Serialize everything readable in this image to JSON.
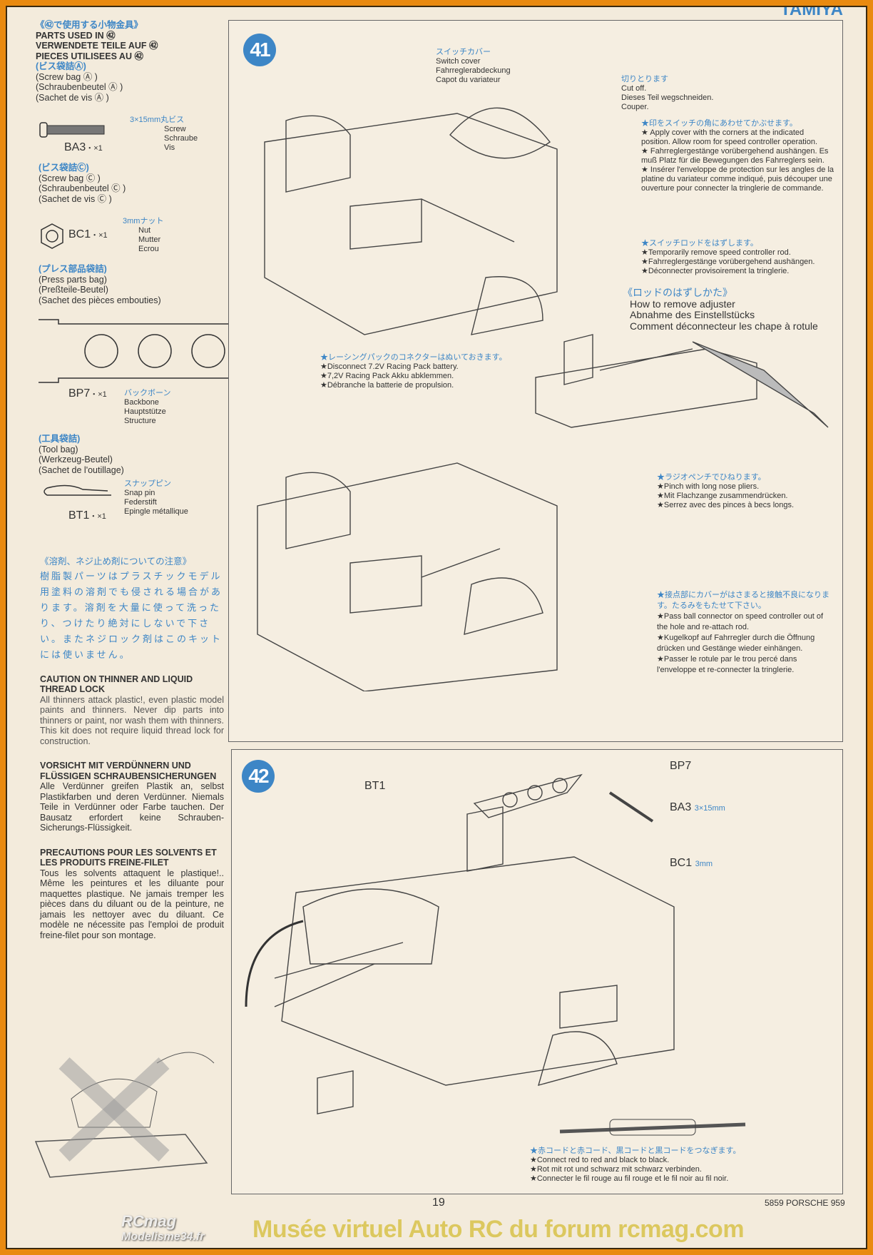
{
  "brand": "TAMIYA",
  "parts": {
    "heading_jp": "《㊷で使用する小物金具》",
    "heading": [
      "PARTS USED IN ㊷",
      "VERWENDETE TEILE AUF ㊷",
      "PIECES UTILISEES AU ㊷"
    ],
    "bag_a": {
      "jp": "(ビス袋詰Ⓐ)",
      "lines": [
        "(Screw bag Ⓐ )",
        "(Schraubenbeutel Ⓐ )",
        "(Sachet de vis Ⓐ )"
      ]
    },
    "ba3": {
      "code": "BA3",
      "qty": "・×1",
      "jp": "3×15mm丸ビス",
      "names": [
        "Screw",
        "Schraube",
        "Vis"
      ]
    },
    "bag_c": {
      "jp": "(ビス袋詰Ⓒ)",
      "lines": [
        "(Screw bag Ⓒ )",
        "(Schraubenbeutel Ⓒ )",
        "(Sachet de vis Ⓒ )"
      ]
    },
    "bc1": {
      "code": "BC1",
      "qty": "・×1",
      "jp": "3mmナット",
      "names": [
        "Nut",
        "Mutter",
        "Ecrou"
      ]
    },
    "press": {
      "jp": "(プレス部品袋詰)",
      "lines": [
        "(Press parts bag)",
        "(Preßteile-Beutel)",
        "(Sachet des pièces embouties)"
      ]
    },
    "bp7": {
      "code": "BP7",
      "qty": "・×1",
      "jp": "バックボーン",
      "names": [
        "Backbone",
        "Hauptstütze",
        "Structure"
      ]
    },
    "tool": {
      "jp": "(工具袋詰)",
      "lines": [
        "(Tool bag)",
        "(Werkzeug-Beutel)",
        "(Sachet de l'outillage)"
      ]
    },
    "bt1": {
      "code": "BT1",
      "qty": "・×1",
      "jp": "スナップピン",
      "names": [
        "Snap pin",
        "Federstift",
        "Epingle métallique"
      ]
    }
  },
  "caution": {
    "jp_title": "《溶剤、ネジ止め剤についての注意》",
    "jp_body": "樹脂製パーツはプラスチックモデル用塗料の溶剤でも侵される場合があります。溶剤を大量に使って洗ったり、つけたり絶対にしないで下さい。またネジロック剤はこのキットには使いません。",
    "en_title": "CAUTION ON THINNER AND LIQUID THREAD LOCK",
    "en_body": "All thinners attack plastic!, even plastic model paints and thinners. Never dip parts into thinners or paint, nor wash them with thinners. This kit does not require liquid thread lock for construction.",
    "de_title": "VORSICHT MIT VERDÜNNERN UND FLÜSSIGEN SCHRAUBENSICHERUNGEN",
    "de_body": "Alle Verdünner greifen Plastik an, selbst Plastikfarben und deren Verdünner. Niemals Teile in Verdünner oder Farbe tauchen. Der Bausatz erfordert keine Schrauben-Sicherungs-Flüssigkeit.",
    "fr_title": "PRECAUTIONS POUR LES SOLVENTS ET LES PRODUITS FREINE-FILET",
    "fr_body": "Tous les solvents attaquent le plastique!.. Même les peintures et les diluante pour maquettes plastique. Ne jamais tremper les pièces dans du diluant ou de la peinture, ne jamais les nettoyer avec du diluant. Ce modèle ne nécessite pas l'emploi de produit freine-filet pour son montage."
  },
  "step41": {
    "number": "41",
    "switch_cover": {
      "jp": "スイッチカバー",
      "lines": [
        "Switch cover",
        "Fahrreglerabdeckung",
        "Capot du variateur"
      ]
    },
    "cut_off": {
      "jp": "切りとります",
      "lines": [
        "Cut off.",
        "Dieses Teil wegschneiden.",
        "Couper."
      ]
    },
    "apply_cover": {
      "jp": "★印をスイッチの角にあわせてかぶせます。",
      "lines": [
        "★ Apply cover with the corners at the indicated position. Allow room for speed controller operation.",
        "★ Fahrreglergestänge vorübergehend aushängen. Es muß Platz für die Bewegungen des Fahrreglers sein.",
        "★ Insérer l'enveloppe de protection sur les angles de la platine du variateur comme indiqué, puis découper une ouverture pour connecter la tringlerie de commande."
      ]
    },
    "remove_rod": {
      "jp": "★スイッチロッドをはずします。",
      "lines": [
        "★Temporarily remove speed controller rod.",
        "★Fahrreglergestänge vorübergehend aushängen.",
        "★Déconnecter provisoirement la tringlerie."
      ]
    },
    "adjuster": {
      "jp": "《ロッドのはずしかた》",
      "lines": [
        "How to remove adjuster",
        "Abnahme des Einstellstücks",
        "Comment déconnecteur les chape à rotule"
      ]
    },
    "battery": {
      "jp": "★レーシングパックのコネクターはぬいておきます。",
      "lines": [
        "★Disconnect 7.2V Racing Pack battery.",
        "★7,2V Racing Pack Akku abklemmen.",
        "★Débranche la batterie de propulsion."
      ]
    },
    "pliers": {
      "jp": "★ラジオペンチでひねります。",
      "lines": [
        "★Pinch with long nose pliers.",
        "★Mit Flachzange zusammendrücken.",
        "★Serrez avec des pinces à becs longs."
      ]
    },
    "ball": {
      "jp": "★接点部にカバーがはさまると接触不良になります。たるみをもたせて下さい。",
      "lines": [
        "★Pass ball connector on speed controller out of the hole and re-attach rod.",
        "★Kugelkopf auf Fahrregler durch die Öffnung drücken und Gestänge wieder einhängen.",
        "★Passer le rotule par le trou percé dans l'enveloppe et re-connecter la tringlerie."
      ]
    }
  },
  "step42": {
    "number": "42",
    "callouts": {
      "bt1": "BT1",
      "bp7": "BP7",
      "ba3": "BA3",
      "ba3_size": "3×15mm",
      "bc1": "BC1",
      "bc1_size": "3mm"
    },
    "connect": {
      "jp": "★赤コードと赤コード、黒コードと黒コードをつなぎます。",
      "lines": [
        "★Connect red to red and black to black.",
        "★Rot mit rot und schwarz mit schwarz verbinden.",
        "★Connecter le fil rouge au fil rouge et le fil noir au fil noir."
      ]
    }
  },
  "footer": {
    "page": "19",
    "model": "5859 PORSCHE 959"
  },
  "watermark": {
    "logo1": "RCmag",
    "logo2": "Modelisme34.fr",
    "text": "Musée virtuel Auto RC du forum rcmag.com"
  },
  "colors": {
    "accent": "#3d86c6",
    "border": "#e98a10",
    "paper": "#f3ebdc"
  }
}
